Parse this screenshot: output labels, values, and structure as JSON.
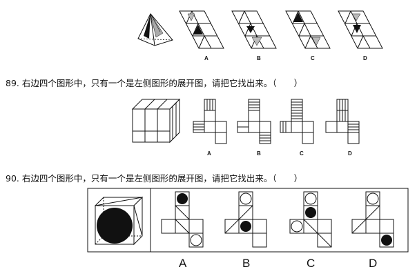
{
  "question_89": {
    "prompt": "89. 右边四个图形中，只有一个是左侧图形的展开图，请把它找出来。（　　）",
    "options": [
      "A",
      "B",
      "C",
      "D"
    ]
  },
  "question_90": {
    "prompt": "90. 右边四个图形中，只有一个是左侧图形的展开图，请把它找出来。（　　）",
    "options": [
      "A",
      "B",
      "C",
      "D"
    ]
  },
  "question_88_options": [
    "A",
    "B",
    "C",
    "D"
  ]
}
